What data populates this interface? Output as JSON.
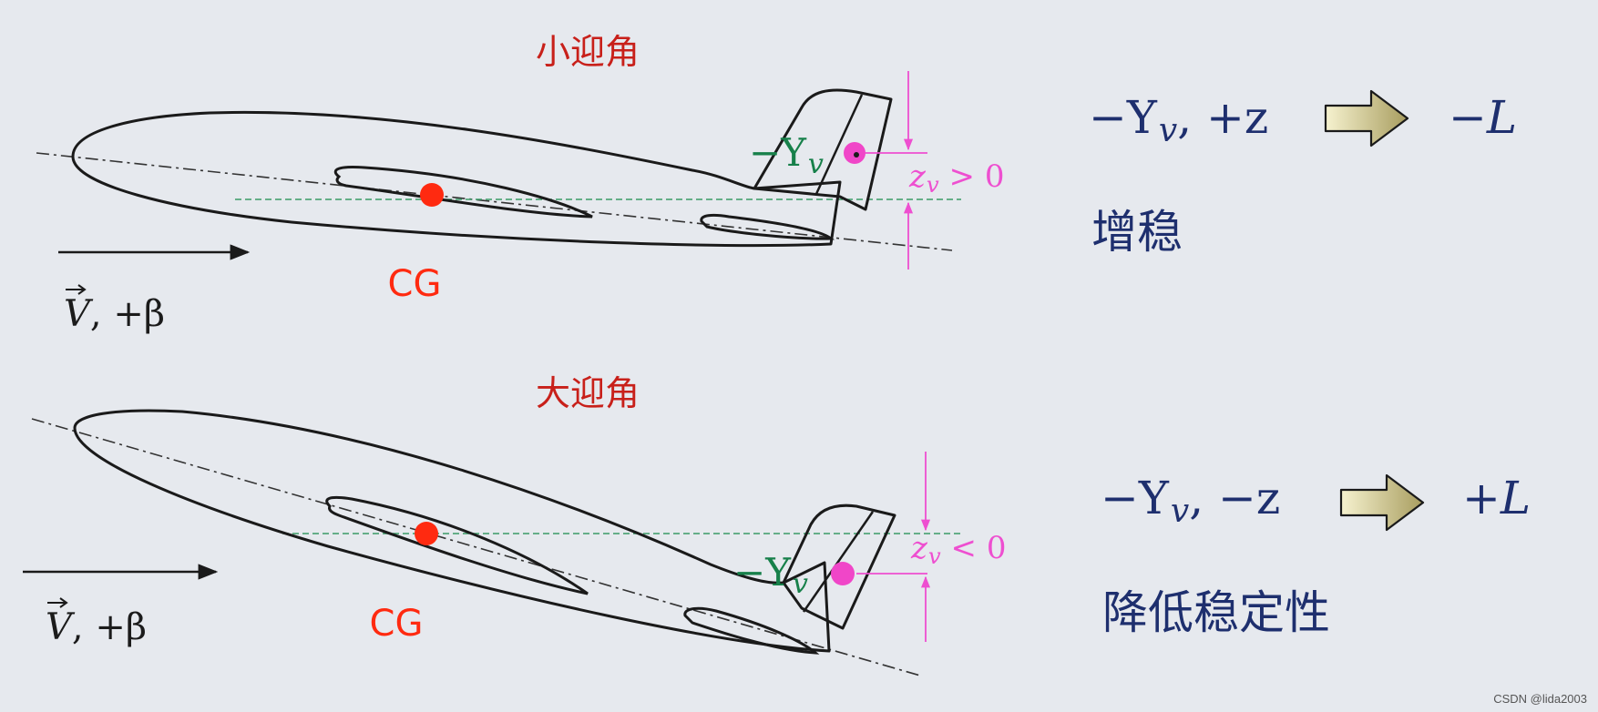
{
  "top_case": {
    "title": "小迎角",
    "cg_label": "CG",
    "velocity_sym": "V",
    "velocity_rest": ", +β",
    "force_label": "−Y",
    "force_sub": "v",
    "arm_label": "z",
    "arm_sub": "v",
    "arm_relation": " > 0",
    "result_lhs": "−Y",
    "result_lhs_sub": "v",
    "result_lhs_tail": ", +z",
    "result_rhs": "−L",
    "conclusion": "增稳"
  },
  "bottom_case": {
    "title": "大迎角",
    "cg_label": "CG",
    "velocity_sym": "V",
    "velocity_rest": ", +β",
    "force_label": "−Y",
    "force_sub": "v",
    "arm_label": "z",
    "arm_sub": "v",
    "arm_relation": " < 0",
    "result_lhs": "−Y",
    "result_lhs_sub": "v",
    "result_lhs_tail": ", −z",
    "result_rhs": "+L",
    "conclusion": "降低稳定性"
  },
  "watermark": "CSDN @lida2003",
  "colors": {
    "background": "#e6e9ee",
    "outline": "#1a1a1a",
    "title_red": "#c8201a",
    "cg_red": "#ff2a10",
    "force_green": "#17804a",
    "cg_line_green": "#3a9a66",
    "dimension_pink": "#ee4fd0",
    "fin_point": "#f046c8",
    "text_navy": "#1e2f6e",
    "arrow_gradient": [
      "#f6f2cf",
      "#a89d5f"
    ]
  },
  "icons": [
    "velocity-arrow-icon",
    "result-implies-arrow-icon"
  ]
}
